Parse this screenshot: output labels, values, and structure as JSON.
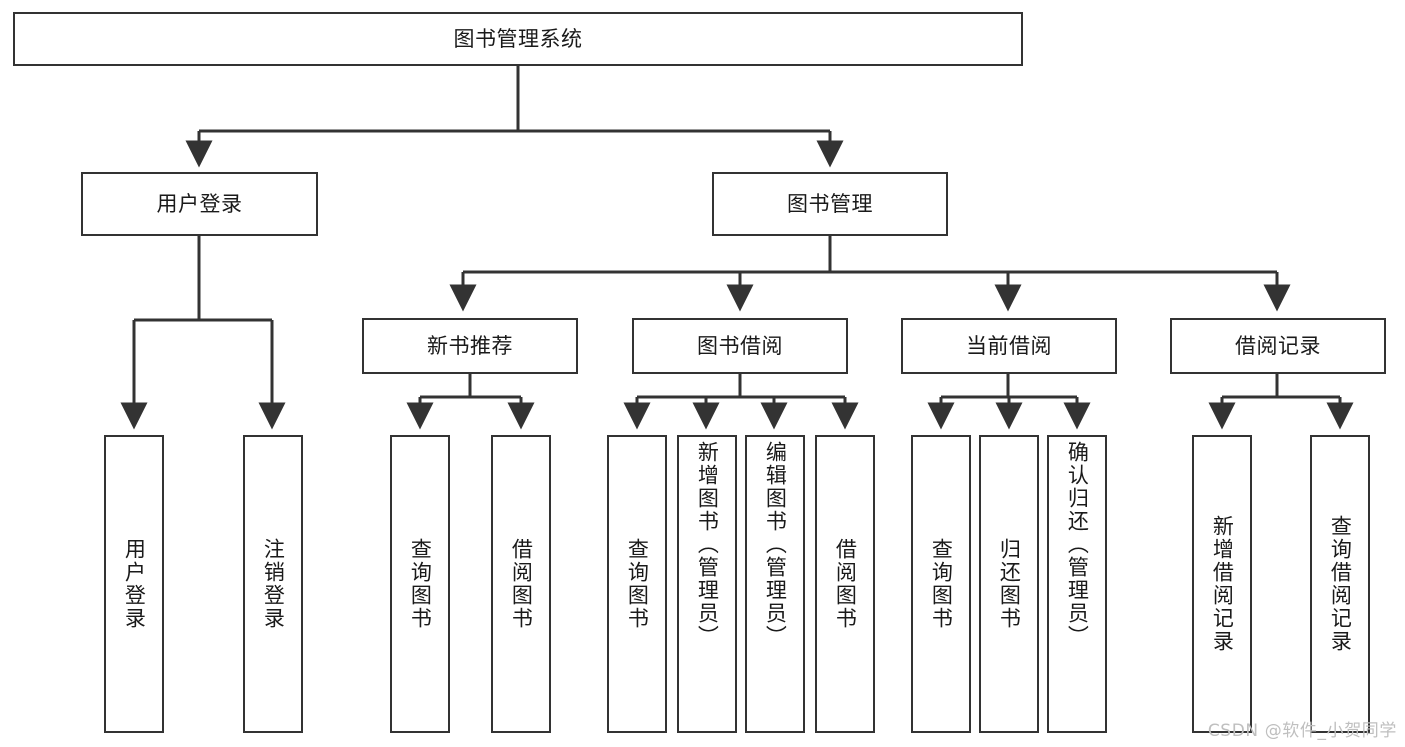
{
  "diagram": {
    "title": "图书管理系统",
    "watermark": "CSDN @软件_小贺同学",
    "colors": {
      "stroke": "#333333",
      "box_fill": "#ffffff",
      "text": "#1a1a1a",
      "watermark": "#bfbfbf",
      "background": "#ffffff"
    },
    "root": {
      "label": "图书管理系统"
    },
    "level2": [
      {
        "label": "用户登录"
      },
      {
        "label": "图书管理"
      }
    ],
    "level3": [
      {
        "label": "新书推荐"
      },
      {
        "label": "图书借阅"
      },
      {
        "label": "当前借阅"
      },
      {
        "label": "借阅记录"
      }
    ],
    "leaves": [
      {
        "label": "用户登录",
        "parent": "用户登录"
      },
      {
        "label": "注销登录",
        "parent": "用户登录"
      },
      {
        "label": "查询图书",
        "parent": "新书推荐"
      },
      {
        "label": "借阅图书",
        "parent": "新书推荐"
      },
      {
        "label": "查询图书",
        "parent": "图书借阅"
      },
      {
        "label": "新增图书（管理员）",
        "parent": "图书借阅"
      },
      {
        "label": "编辑图书（管理员）",
        "parent": "图书借阅"
      },
      {
        "label": "借阅图书",
        "parent": "图书借阅"
      },
      {
        "label": "查询图书",
        "parent": "当前借阅"
      },
      {
        "label": "归还图书",
        "parent": "当前借阅"
      },
      {
        "label": "确认归还（管理员）",
        "parent": "当前借阅"
      },
      {
        "label": "新增借阅记录",
        "parent": "借阅记录"
      },
      {
        "label": "查询借阅记录",
        "parent": "借阅记录"
      }
    ]
  }
}
